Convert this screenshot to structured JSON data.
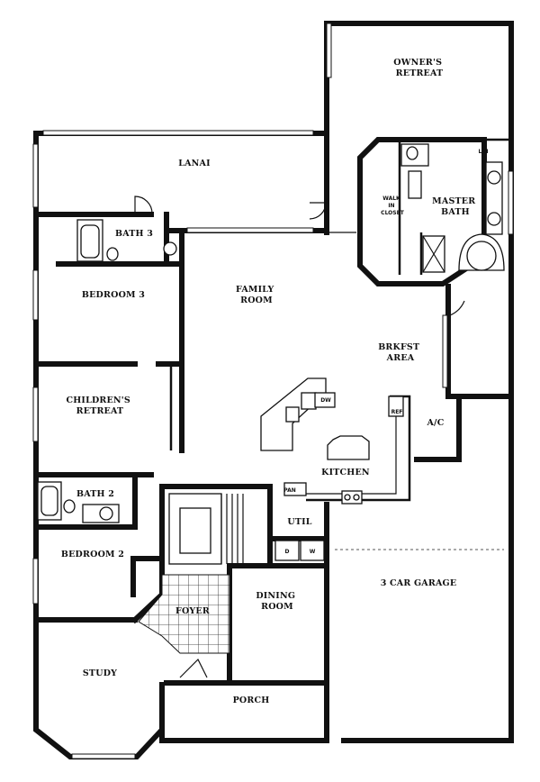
{
  "rooms": {
    "owners_retreat": [
      "OWNER'S",
      "RETREAT"
    ],
    "lanai": "LANAI",
    "walk_in_closet": [
      "WALK",
      "IN",
      "CLOSET"
    ],
    "master_bath": [
      "MASTER",
      "BATH"
    ],
    "lin": "LIN",
    "bath3": "BATH 3",
    "bedroom3": "BEDROOM 3",
    "family_room": [
      "FAMILY",
      "ROOM"
    ],
    "brkfst_area": [
      "BRKFST",
      "AREA"
    ],
    "childrens_retreat": [
      "CHILDREN'S",
      "RETREAT"
    ],
    "dw": "DW",
    "ref": "REF",
    "ac": "A/C",
    "kitchen": "KITCHEN",
    "bath2": "BATH 2",
    "pan": "PAN",
    "util": "UTIL",
    "d": "D",
    "w": "W",
    "bedroom2": "BEDROOM 2",
    "three_car_garage": "3 CAR GARAGE",
    "foyer": "FOYER",
    "dining_room": [
      "DINING",
      "ROOM"
    ],
    "study": "STUDY",
    "porch": "PORCH"
  }
}
